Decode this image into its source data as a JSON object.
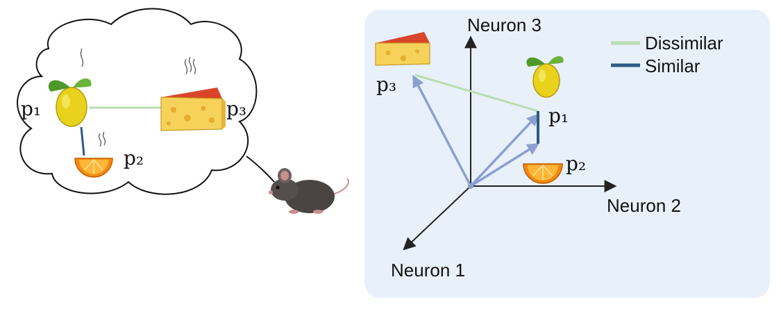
{
  "thought_bubble": {
    "labels": {
      "p1": "p₁",
      "p2": "p₂",
      "p3": "p₃"
    },
    "foods": {
      "p1": "lemon",
      "p2": "orange-slice",
      "p3": "cheese"
    }
  },
  "neural_space": {
    "axes": {
      "neuron1": "Neuron 1",
      "neuron2": "Neuron 2",
      "neuron3": "Neuron 3"
    },
    "points": {
      "p1": "p₁",
      "p2": "p₂",
      "p3": "p₃"
    },
    "legend": {
      "items": [
        {
          "label": "Dissimilar",
          "color": "#b9ddb0"
        },
        {
          "label": "Similar",
          "color": "#2e5a86"
        }
      ]
    },
    "panel_color": "#e8f0fa",
    "vector_color": "#8c9fd0"
  },
  "icons": [
    "lemon-icon",
    "orange-slice-icon",
    "cheese-icon",
    "mouse-icon"
  ]
}
